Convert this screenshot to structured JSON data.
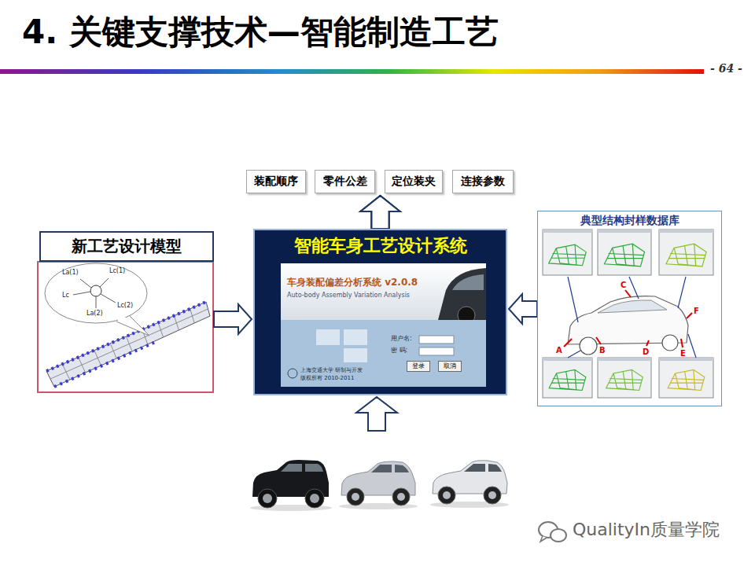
{
  "diagram": {
    "title": "4. 关键支撑技术—智能制造工艺",
    "nodes": [
      {
        "text": [
          "装配顺序"
        ]
      },
      {
        "text": [
          "零件公差"
        ]
      },
      {
        "text": [
          "定位装夹"
        ]
      },
      {
        "text": [
          "连接参数"
        ]
      },
      {
        "text": [
          "新工艺设计模型"
        ]
      },
      {
        "text": [
          "智能车身工艺设计系统"
        ]
      },
      {
        "text": [
          "车身装配偏差分析系统 v2.0.8",
          "Auto-body Assembly Variation Analysis"
        ],
        "in": 5
      },
      {
        "text": [
          "登录"
        ],
        "in": 6
      },
      {
        "text": [
          "取消"
        ],
        "in": 6
      },
      {
        "text": [
          "典型结构封样数据库"
        ]
      }
    ],
    "edges": [
      {
        "from": 5,
        "to": 0,
        "arrow": "to"
      },
      {
        "from": 5,
        "to": 1,
        "arrow": "to"
      },
      {
        "from": 5,
        "to": 2,
        "arrow": "to"
      },
      {
        "from": 5,
        "to": 3,
        "arrow": "to"
      },
      {
        "from": 4,
        "to": 5,
        "arrow": "to"
      },
      {
        "from": 9,
        "to": 5,
        "arrow": "to"
      }
    ],
    "labels": [
      "- 64 -",
      "La(1)",
      "Lc(1)",
      "Lc",
      "Lc(2)",
      "La(2)",
      "用户名:",
      "密 码:",
      "上海交通大学 研制与开发",
      "版权所有 2010-2011",
      "A",
      "B",
      "C",
      "D",
      "E",
      "F",
      "QualityIn质量学院"
    ]
  }
}
